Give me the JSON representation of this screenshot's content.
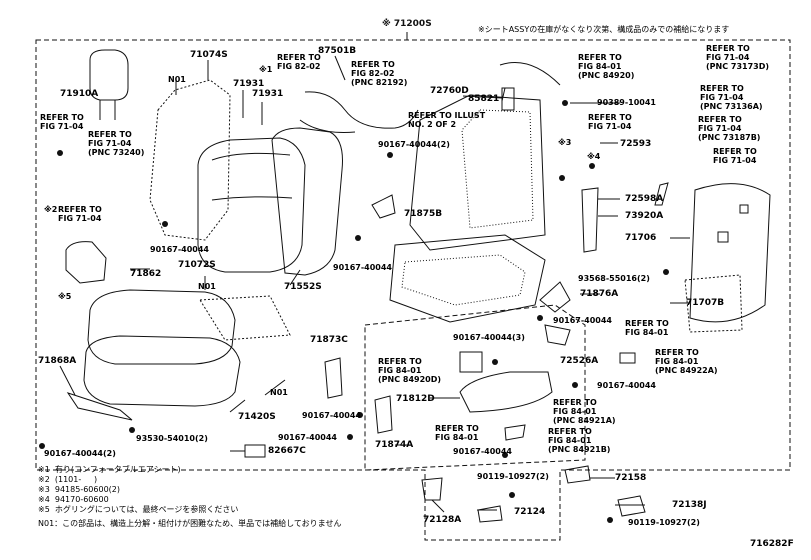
{
  "header": {
    "assembly_number": "※ 71200S",
    "stock_note": "※シートASSYの在庫がなくなり次第、構成品のみでの補給になります"
  },
  "figure_id": "716282F",
  "labels": {
    "l71910A": "71910A",
    "l71074S": "71074S",
    "lN01a": "N01",
    "l71931a": "71931",
    "l71931b": "71931",
    "lStar1a": "※1",
    "lRef8202": "REFER TO\nFIG 82-02",
    "l87501B": "87501B",
    "lRef8202b": "REFER TO\nFIG 82-02\n(PNC 82192)",
    "l72760D": "72760D",
    "l85821": "85821",
    "lRef8401top": "REFER TO\nFIG 84-01\n(PNC 84920)",
    "lRef7104top": "REFER TO\nFIG 71-04\n(PNC 73173D)",
    "l90389": "90389-10041",
    "lRef7104b": "REFER TO\nFIG 71-04\n(PNC 73136A)",
    "lRef7104L1": "REFER TO\nFIG 71-04",
    "lRef7104L2": "REFER TO\nFIG 71-04\n(PNC 73240)",
    "lRefIllust": "REFER TO ILLUST\nNO. 2 OF 2",
    "lRef7104c": "REFER TO\nFIG 71-04",
    "lRef7104d": "REFER TO\nFIG 71-04\n(PNC 73187B)",
    "lRef7104e": "REFER TO\nFIG 71-04",
    "l90167a": "90167-40044(2)",
    "lStar3": "※3",
    "lStar4": "※4",
    "l72593": "72593",
    "lStar2": "※2",
    "lRef7104f": "REFER TO\nFIG 71-04",
    "l71875B": "71875B",
    "l72598A": "72598A",
    "l73920A": "73920A",
    "l71706": "71706",
    "l90167b": "90167-40044",
    "l90167c": "90167-40044",
    "l71862": "71862",
    "l71072S": "71072S",
    "lN01b": "N01",
    "l71552S": "71552S",
    "l93568": "93568-55016(2)",
    "lStar5": "※5",
    "l71876A": "71876A",
    "l71707B": "71707B",
    "l90167d": "90167-40044",
    "lRef8401a": "REFER TO\nFIG 84-01",
    "l71873C": "71873C",
    "l90167e": "90167-40044(3)",
    "l72526A": "72526A",
    "lRef8401b": "REFER TO\nFIG 84-01\n(PNC 84922A)",
    "l71868A": "71868A",
    "lRef8401c": "REFER TO\nFIG 84-01\n(PNC 84920D)",
    "lN01c": "N01",
    "l90167f": "90167-40044",
    "l71812D": "71812D",
    "lRef8401d": "REFER TO\nFIG 84-01\n(PNC 84921A)",
    "l71420S": "71420S",
    "l90167g": "90167-40044",
    "lRef8401e": "REFER TO\nFIG 84-01",
    "lRef8401f": "REFER TO\nFIG 84-01\n(PNC 84921B)",
    "l90167h": "90167-40044",
    "l93530": "93530-54010(2)",
    "l71874A": "71874A",
    "l90167i": "90167-40044",
    "l90167j": "90167-40044(2)",
    "l82667C": "82667C",
    "l90119a": "90119-10927(2)",
    "l72158": "72158",
    "l72124": "72124",
    "l72138J": "72138J",
    "l72128A": "72128A",
    "l90119b": "90119-10927(2)"
  },
  "footnotes": [
    "※1  有り(コンフォータブルエアシート)",
    "※2  (1101-     )",
    "※3  94185-60600(2)",
    "※4  94170-60600",
    "※5  ホグリングについては、最終ページを参照ください",
    "N01：この部品は、構造上分解・組付けが困難なため、単品では補給しておりません"
  ]
}
